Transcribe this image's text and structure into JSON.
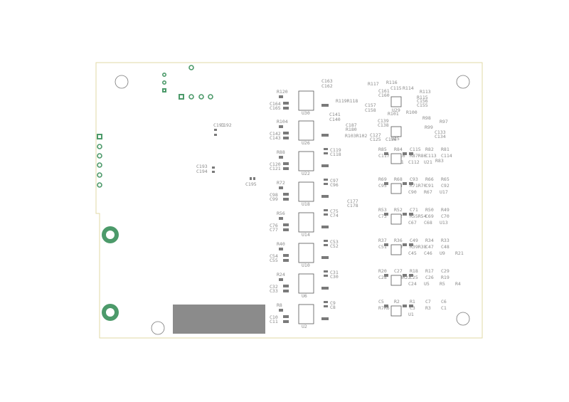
{
  "board": {
    "colors": {
      "outline": "#e2d9a6",
      "copper_green": "#4c9a6a",
      "silkscreen": "#8a8a8a",
      "pad": "#7a7a7a",
      "keepout": "#8b8b8b"
    }
  },
  "labels": {
    "top_block": [
      "R116",
      "C163",
      "C162",
      "R117",
      "C115",
      "R114",
      "R113",
      "C161",
      "C160",
      "R119R118",
      "C157",
      "C156",
      "C158",
      "R115",
      "C155",
      "U29",
      "R100",
      "C141",
      "C140",
      "C187",
      "R180",
      "C139",
      "C138",
      "R98",
      "R97",
      "R99",
      "C133",
      "C134",
      "R103R102",
      "C136",
      "U25",
      "R101",
      "C127",
      "C125"
    ],
    "column_left": [
      "R120",
      "C164",
      "C165",
      "U30",
      "R104",
      "C142",
      "C143",
      "U26",
      "R88",
      "C120",
      "C121",
      "U22",
      "R72",
      "C98",
      "C99",
      "U18",
      "R56",
      "C76",
      "C77",
      "U14",
      "R40",
      "C54",
      "C55",
      "U10",
      "R24",
      "C32",
      "C33",
      "U6",
      "R8",
      "C10",
      "C11",
      "U2"
    ],
    "column_caps": [
      "C119",
      "C118",
      "C97",
      "C96",
      "C75",
      "C74",
      "C53",
      "C52",
      "C31",
      "C30",
      "C9",
      "C8",
      "C177",
      "C178"
    ],
    "column_right": [
      "R85",
      "R84",
      "C115",
      "R82",
      "R81",
      "C117",
      "C116",
      "R87R86",
      "C113",
      "C114",
      "C111",
      "C112",
      "U21",
      "R69",
      "R68",
      "C93",
      "R66",
      "R65",
      "C95",
      "C94",
      "R71R70",
      "C91",
      "C92",
      "C89",
      "C90",
      "R67",
      "U17",
      "R53",
      "R52",
      "C71",
      "R50",
      "R49",
      "C73",
      "C72",
      "R55R54",
      "C69",
      "C70",
      "R51",
      "C67",
      "C68",
      "U13",
      "R37",
      "R36",
      "C49",
      "R34",
      "R33",
      "C51",
      "C50",
      "R39R38",
      "C47",
      "C48",
      "R35",
      "C45",
      "C46",
      "U9",
      "R21",
      "R20",
      "C27",
      "R18",
      "R17",
      "C29",
      "C28",
      "R23R22",
      "C25",
      "C26",
      "R19",
      "C23",
      "C24",
      "U5",
      "R5",
      "R4",
      "C5",
      "R2",
      "R1",
      "C7",
      "C6",
      "R7R6",
      "C4",
      "C3",
      "R3",
      "C1",
      "C2",
      "U1"
    ],
    "misc": [
      "C191",
      "C192",
      "C193",
      "C194",
      "C195",
      "R83"
    ]
  }
}
